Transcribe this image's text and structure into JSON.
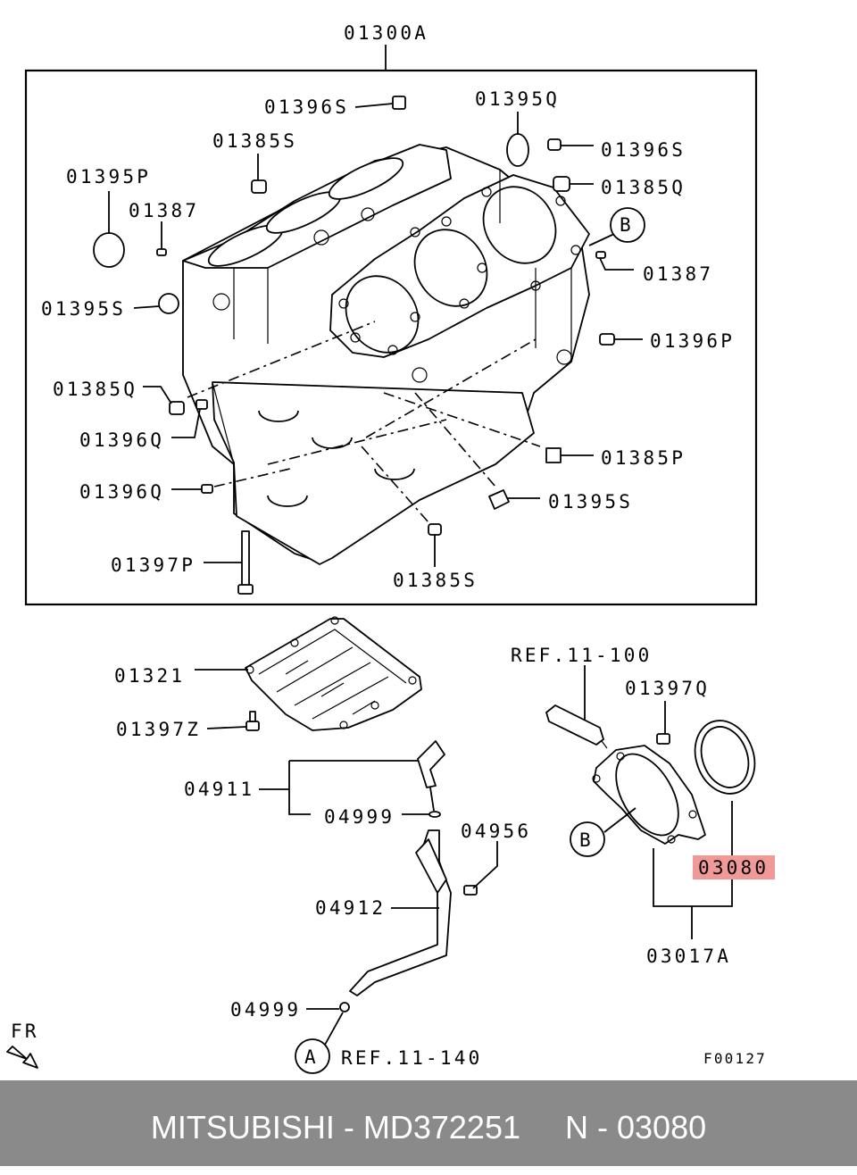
{
  "diagram": {
    "assembly_label": "01300A",
    "block_callouts": {
      "p01396S_top": "01396S",
      "p01395Q": "01395Q",
      "p01385S_top": "01385S",
      "p01396S_right": "01396S",
      "p01395P": "01395P",
      "p01385Q_right": "01385Q",
      "p01387_left": "01387",
      "p01387_right": "01387",
      "p01395S_left": "01395S",
      "p01396P": "01396P",
      "p01385Q_left": "01385Q",
      "p01396Q_upper": "01396Q",
      "p01385P": "01385P",
      "p01396Q_lower": "01396Q",
      "p01395S_lower": "01395S",
      "p01397P": "01397P",
      "p01385S_bottom": "01385S"
    },
    "lower_callouts": {
      "p01321": "01321",
      "p01397Z": "01397Z",
      "ref_11_100": "REF.11-100",
      "p01397Q": "01397Q",
      "p04911": "04911",
      "p04999_upper": "04999",
      "p04956": "04956",
      "p03080": "03080",
      "p04912": "04912",
      "p03017A": "03017A",
      "p04999_lower": "04999",
      "ref_11_140": "REF.11-140",
      "fr": "FR",
      "figure_code": "F00127"
    },
    "circle_markers": {
      "b_block": "B",
      "b_seal": "B",
      "a_marker": "A"
    },
    "highlight_color": "#f19999"
  },
  "footer": {
    "text": "MITSUBISHI - MD372251     N - 03080",
    "background": "#8a8a8a",
    "text_color": "#ffffff"
  }
}
